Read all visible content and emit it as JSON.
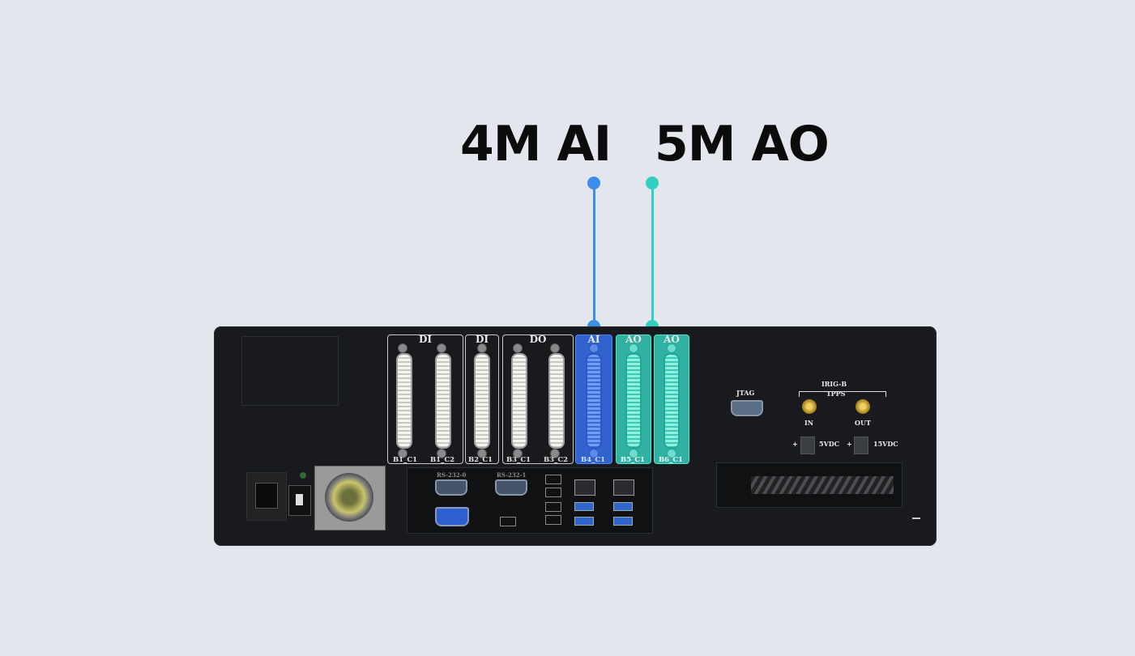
{
  "callouts": {
    "ai": {
      "label": "4M AI",
      "color": "#3b8fe8"
    },
    "ao": {
      "label": "5M AO",
      "color": "#2fd0bf"
    }
  },
  "panel": {
    "slots": [
      {
        "title": "DI",
        "connectors": [
          "B1_C1",
          "B1_C2"
        ]
      },
      {
        "title": "DI",
        "connectors": [
          "B2_C1"
        ]
      },
      {
        "title": "DO",
        "connectors": [
          "B3_C1",
          "B3_C2"
        ]
      },
      {
        "title": "AI",
        "connectors": [
          "B4_C1"
        ]
      },
      {
        "title": "AO",
        "connectors": [
          "B5_C1"
        ]
      },
      {
        "title": "AO",
        "connectors": [
          "B6_C1"
        ]
      }
    ],
    "jtag_label": "JTAG",
    "irig_label_1": "IRIG-B",
    "irig_label_2": "1PPS",
    "irig_in": "IN",
    "irig_out": "OUT",
    "power_5v": "5VDC",
    "power_15v": "15VDC",
    "plus_sign": "+",
    "rs232_0": "RS-232-0",
    "rs232_1": "RS-232-1"
  }
}
